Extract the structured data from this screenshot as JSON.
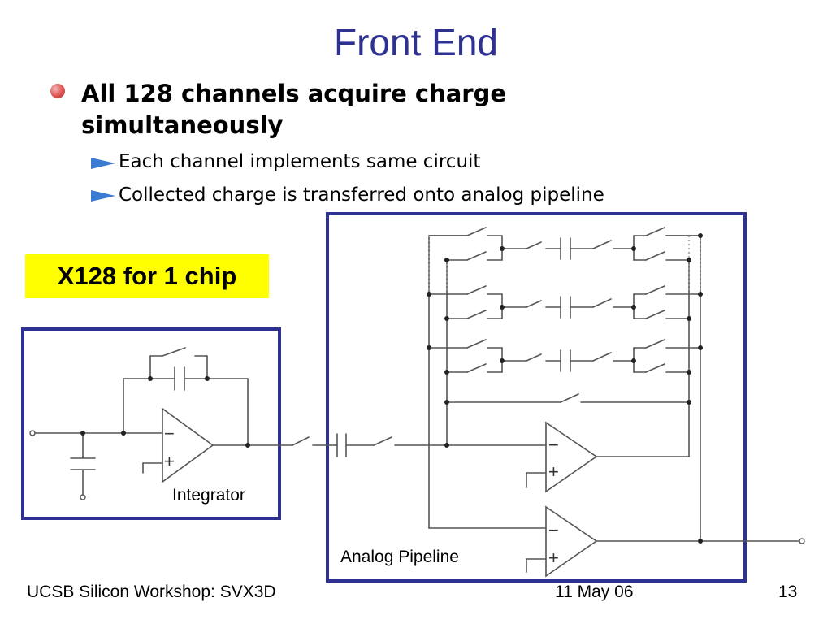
{
  "slide": {
    "title": "Front End",
    "bullet": "All 128 channels acquire charge simultaneously",
    "sub_bullets": [
      "Each channel implements same circuit",
      "Collected charge is transferred onto analog pipeline"
    ],
    "callout": "X128 for 1 chip"
  },
  "diagram": {
    "integrator_label": "Integrator",
    "pipeline_label": "Analog Pipeline",
    "opamp_minus": "−",
    "opamp_plus": "+"
  },
  "footer": {
    "left": "UCSB Silicon Workshop: SVX3D",
    "center": "11 May 06",
    "page": "13"
  },
  "colors": {
    "title": "#2e3192",
    "frame": "#2e3192",
    "callout_bg": "#ffff00",
    "arrow": "#3b7bd1",
    "bullet": "#d9534f"
  }
}
